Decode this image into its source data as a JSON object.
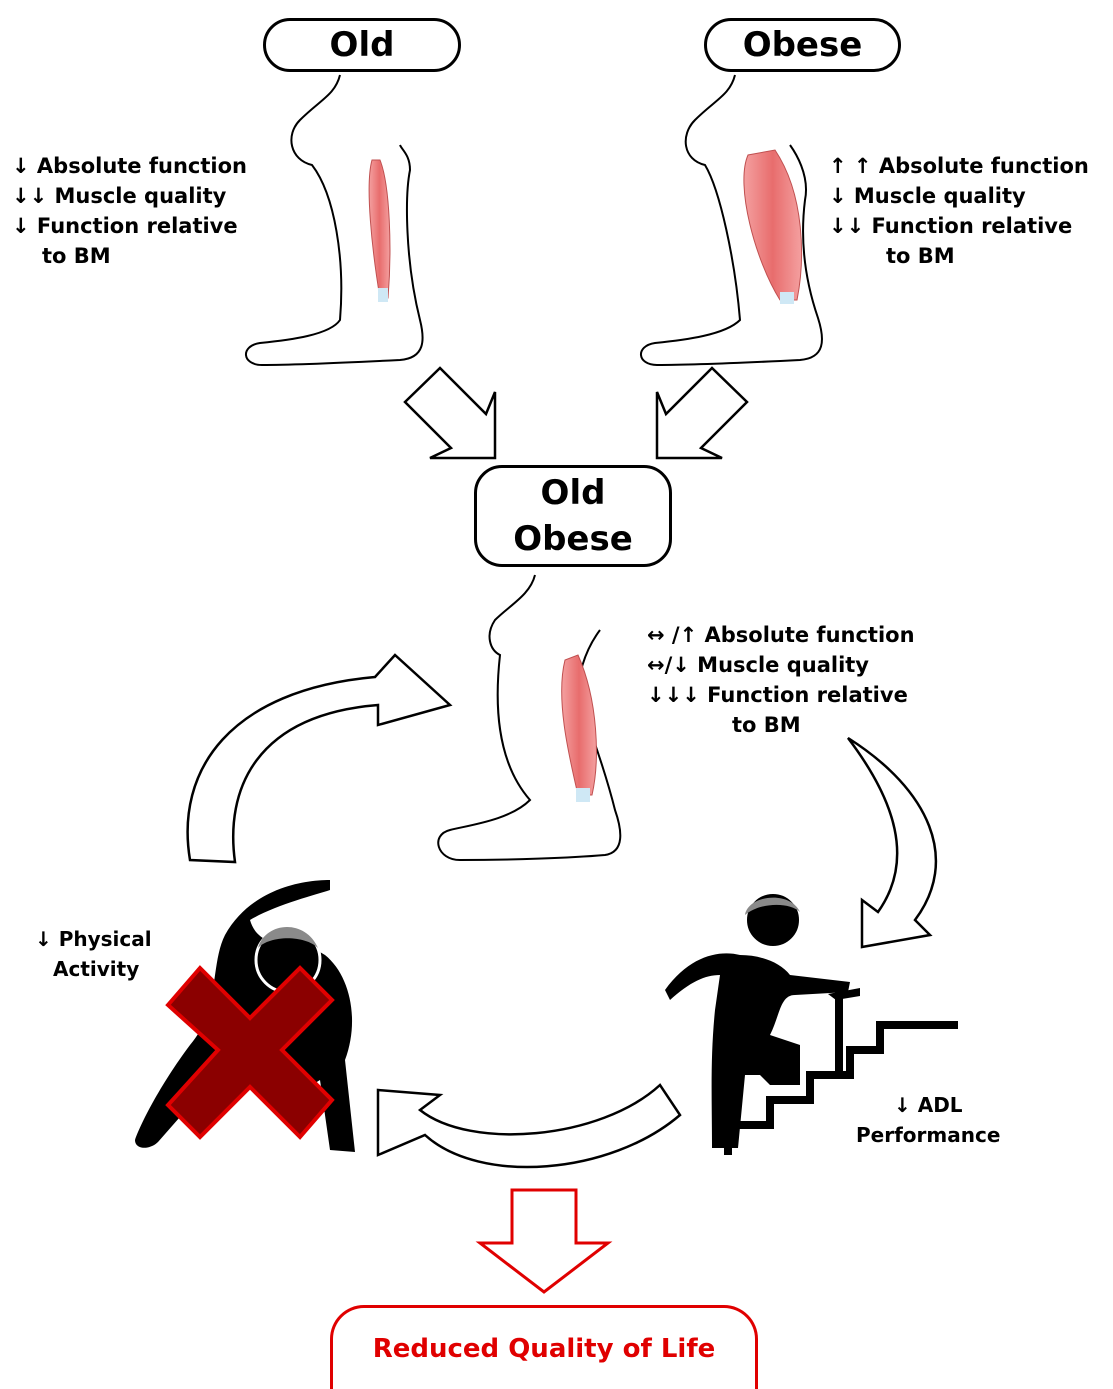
{
  "labels": {
    "old": "Old",
    "obese": "Obese",
    "old_obese_line1": "Old",
    "old_obese_line2": "Obese",
    "outcome": "Reduced Quality of Life"
  },
  "old_effects": [
    "↓ Absolute function",
    "↓↓ Muscle quality",
    "↓ Function relative",
    "to BM"
  ],
  "obese_effects": [
    "↑ ↑ Absolute function",
    "↓ Muscle quality",
    "↓↓ Function relative",
    "to BM"
  ],
  "old_obese_effects": [
    "↔ /↑ Absolute function",
    "↔/↓ Muscle quality",
    "↓↓↓ Function relative",
    "to BM"
  ],
  "physical_activity": [
    "↓ Physical",
    "Activity"
  ],
  "adl": [
    "↓ ADL",
    "Performance"
  ],
  "colors": {
    "muscle": "#e87a7a",
    "outcome": "#e00000",
    "cross": "#8b0000",
    "figure": "#000000"
  }
}
